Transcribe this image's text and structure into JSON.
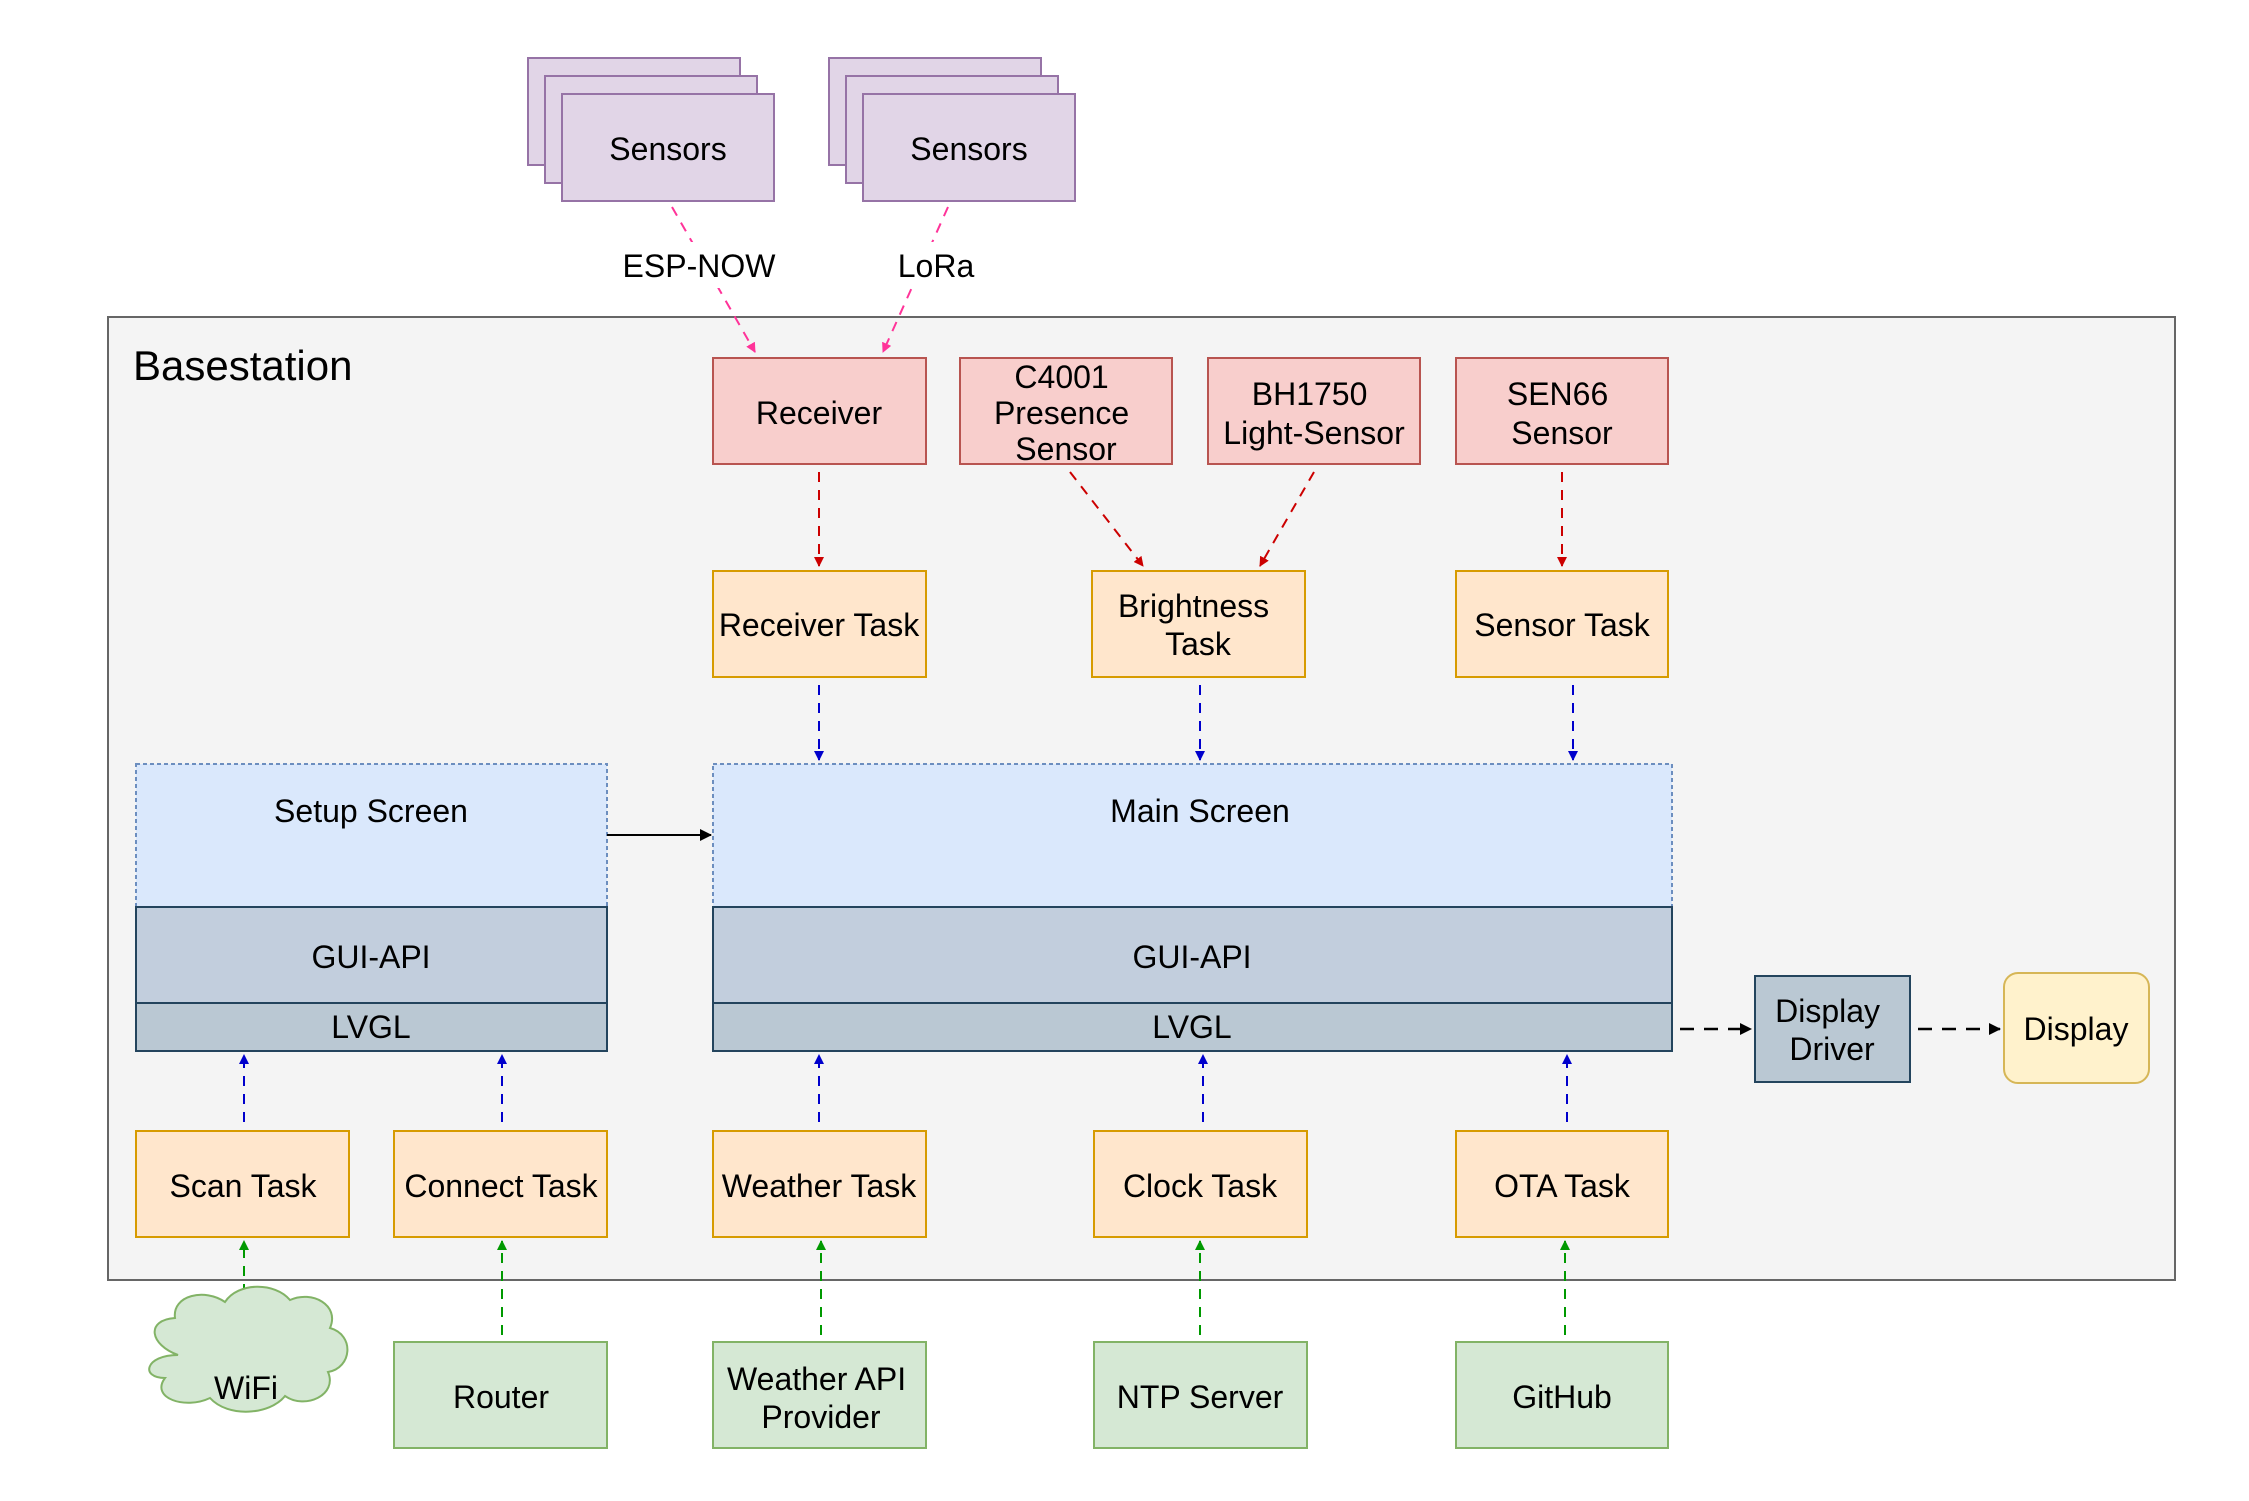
{
  "edge_labels": {
    "esp_now": "ESP-NOW",
    "lora": "LoRa"
  },
  "basestation": {
    "title": "Basestation"
  },
  "sensors": {
    "left": "Sensors",
    "right": "Sensors"
  },
  "inputs": {
    "receiver": "Receiver",
    "c4001": [
      "C4001",
      "Presence",
      "Sensor"
    ],
    "bh1750": [
      "BH1750",
      "Light-Sensor"
    ],
    "sen66": [
      "SEN66",
      "Sensor"
    ]
  },
  "tasks_top": {
    "receiver_task": "Receiver Task",
    "brightness_task": [
      "Brightness",
      "Task"
    ],
    "sensor_task": "Sensor Task"
  },
  "screens": {
    "setup": {
      "title": "Setup Screen",
      "gui_api": "GUI-API",
      "lvgl": "LVGL"
    },
    "main": {
      "title": "Main Screen",
      "gui_api": "GUI-API",
      "lvgl": "LVGL"
    }
  },
  "display": {
    "driver": [
      "Display",
      "Driver"
    ],
    "display": "Display"
  },
  "tasks_bottom": {
    "scan": "Scan Task",
    "connect": "Connect Task",
    "weather": "Weather Task",
    "clock": "Clock Task",
    "ota": "OTA Task"
  },
  "external": {
    "wifi": "WiFi",
    "router": "Router",
    "weather_api": [
      "Weather API",
      "Provider"
    ],
    "ntp": "NTP Server",
    "github": "GitHub"
  },
  "colors": {
    "sensor_fill": "#e1d5e7",
    "sensor_stroke": "#9673a6",
    "red_fill": "#f8cecc",
    "red_stroke": "#b85450",
    "task_fill": "#ffe6cc",
    "task_stroke": "#d79b00",
    "screen_fill": "#dae8fc",
    "screen_stroke": "#6c8ebf",
    "api_fill": "#c2cedd",
    "api_stroke": "#23445d",
    "lvgl_fill": "#bac8d3",
    "ext_fill": "#d5e8d4",
    "ext_stroke": "#82b366",
    "display_fill": "#fff2cc",
    "display_stroke": "#d6b656",
    "container_fill": "#f4f4f4",
    "container_stroke": "#666666",
    "arrow_pink": "#ff3399",
    "arrow_red": "#cc0000",
    "arrow_blue": "#0000cc",
    "arrow_green": "#009900",
    "arrow_black": "#000000"
  }
}
